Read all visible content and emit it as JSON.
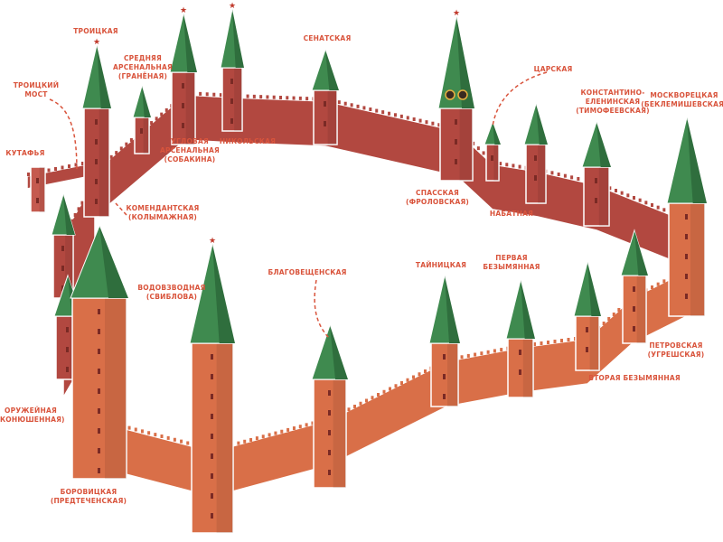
{
  "colors": {
    "label": "#d9543c",
    "back_wall": "#b24840",
    "front_wall": "#d96f48",
    "roof": "#3f8a4f",
    "outline": "#ffffff"
  },
  "labels": {
    "troitskaya": [
      "ТРОИЦКАЯ"
    ],
    "troitsky_most": [
      "ТРОИЦКИЙ",
      "МОСТ"
    ],
    "srednyaya_arsenalnaya": [
      "СРЕДНЯЯ",
      "АРСЕНАЛЬНАЯ",
      "(ГРАНЁНАЯ)"
    ],
    "kutafya": [
      "КУТАФЬЯ"
    ],
    "uglovaya_arsenalnaya": [
      "УГЛОВАЯ",
      "АРСЕНАЛЬНАЯ",
      "(СОБАКИНА)"
    ],
    "nikolskaya": [
      "НИКОЛЬСКАЯ"
    ],
    "komendantskaya": [
      "КОМЕНДАНТСКАЯ",
      "(КОЛЫМАЖНАЯ)"
    ],
    "senatskaya": [
      "СЕНАТСКАЯ"
    ],
    "tsarskaya": [
      "ЦАРСКАЯ"
    ],
    "konstantino_eleninskaya": [
      "КОНСТАНТИНО-",
      "ЕЛЕНИНСКАЯ",
      "(ТИМОФЕЕВСКАЯ)"
    ],
    "moskvoretskaya": [
      "МОСКВОРЕЦКАЯ",
      "(БЕКЛЕМИШЕВСКАЯ)"
    ],
    "spasskaya": [
      "СПАССКАЯ",
      "(ФРОЛОВСКАЯ)"
    ],
    "nabatnaya": [
      "НАБАТНАЯ"
    ],
    "vodovzvodnaya": [
      "ВОДОВЗВОДНАЯ",
      "(СВИБЛОВА)"
    ],
    "blagoveshchenskaya": [
      "БЛАГОВЕЩЕНСКАЯ"
    ],
    "tainitskaya": [
      "ТАЙНИЦКАЯ"
    ],
    "pervaya_bezymyannaya": [
      "ПЕРВАЯ",
      "БЕЗЫМЯННАЯ"
    ],
    "petrovskaya": [
      "ПЕТРОВСКАЯ",
      "(УГРЕШСКАЯ)"
    ],
    "vtoraya_bezymyannaya": [
      "ВТОРАЯ БЕЗЫМЯННАЯ"
    ],
    "oruzheinaya": [
      "ОРУЖЕЙНАЯ",
      "(КОНЮШЕННАЯ)"
    ],
    "borovitskaya": [
      "БОРОВИЦКАЯ",
      "(ПРЕДТЕЧЕНСКАЯ)"
    ]
  }
}
